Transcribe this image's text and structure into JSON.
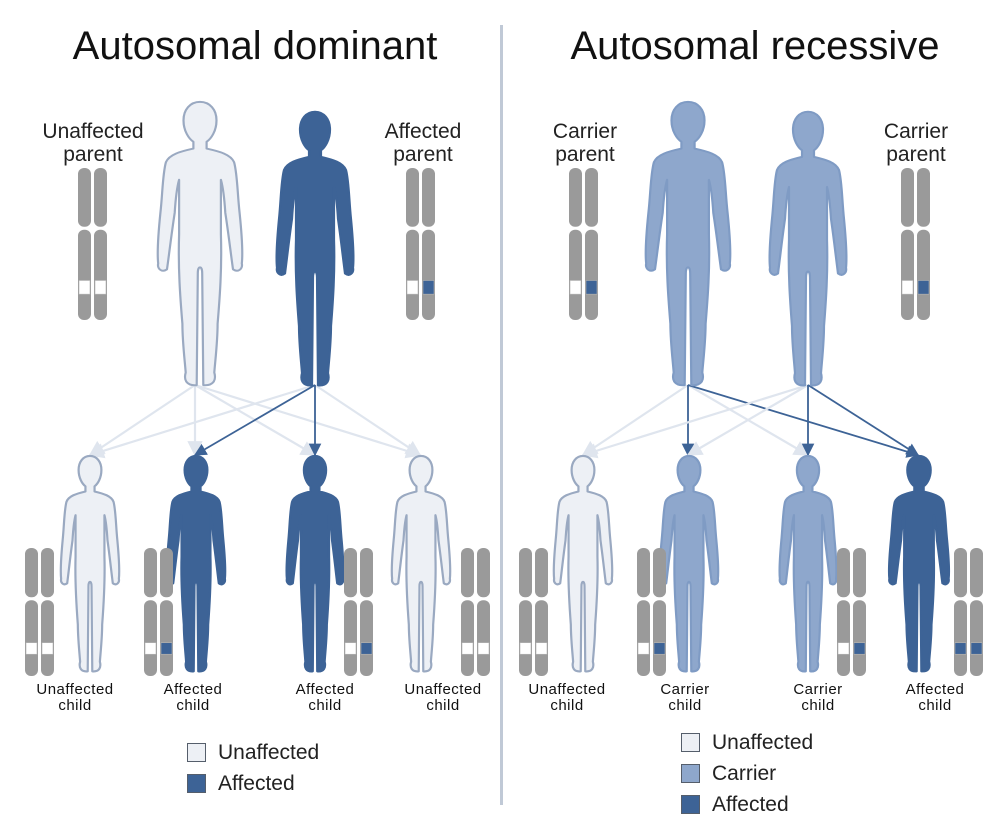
{
  "colors": {
    "unaffected": "#edf0f5",
    "carrier": "#8ea7cc",
    "affected": "#3d6396",
    "chromosome": "#9a9a9a",
    "divider": "#c0c9d6"
  },
  "dominant": {
    "title": "Autosomal dominant",
    "parents": [
      {
        "label_line1": "Unaffected",
        "label_line2": "parent"
      },
      {
        "label_line1": "Affected",
        "label_line2": "parent"
      }
    ],
    "children": [
      {
        "label_line1": "Unaffected",
        "label_line2": "child"
      },
      {
        "label_line1": "Affected",
        "label_line2": "child"
      },
      {
        "label_line1": "Affected",
        "label_line2": "child"
      },
      {
        "label_line1": "Unaffected",
        "label_line2": "child"
      }
    ],
    "legend": [
      {
        "label": "Unaffected",
        "color": "#edf0f5"
      },
      {
        "label": "Affected",
        "color": "#3d6396"
      }
    ]
  },
  "recessive": {
    "title": "Autosomal recessive",
    "parents": [
      {
        "label_line1": "Carrier",
        "label_line2": "parent"
      },
      {
        "label_line1": "Carrier",
        "label_line2": "parent"
      }
    ],
    "children": [
      {
        "label_line1": "Unaffected",
        "label_line2": "child"
      },
      {
        "label_line1": "Carrier",
        "label_line2": "child"
      },
      {
        "label_line1": "Carrier",
        "label_line2": "child"
      },
      {
        "label_line1": "Affected",
        "label_line2": "child"
      }
    ],
    "legend": [
      {
        "label": "Unaffected",
        "color": "#edf0f5"
      },
      {
        "label": "Carrier",
        "color": "#8ea7cc"
      },
      {
        "label": "Affected",
        "color": "#3d6396"
      }
    ]
  }
}
